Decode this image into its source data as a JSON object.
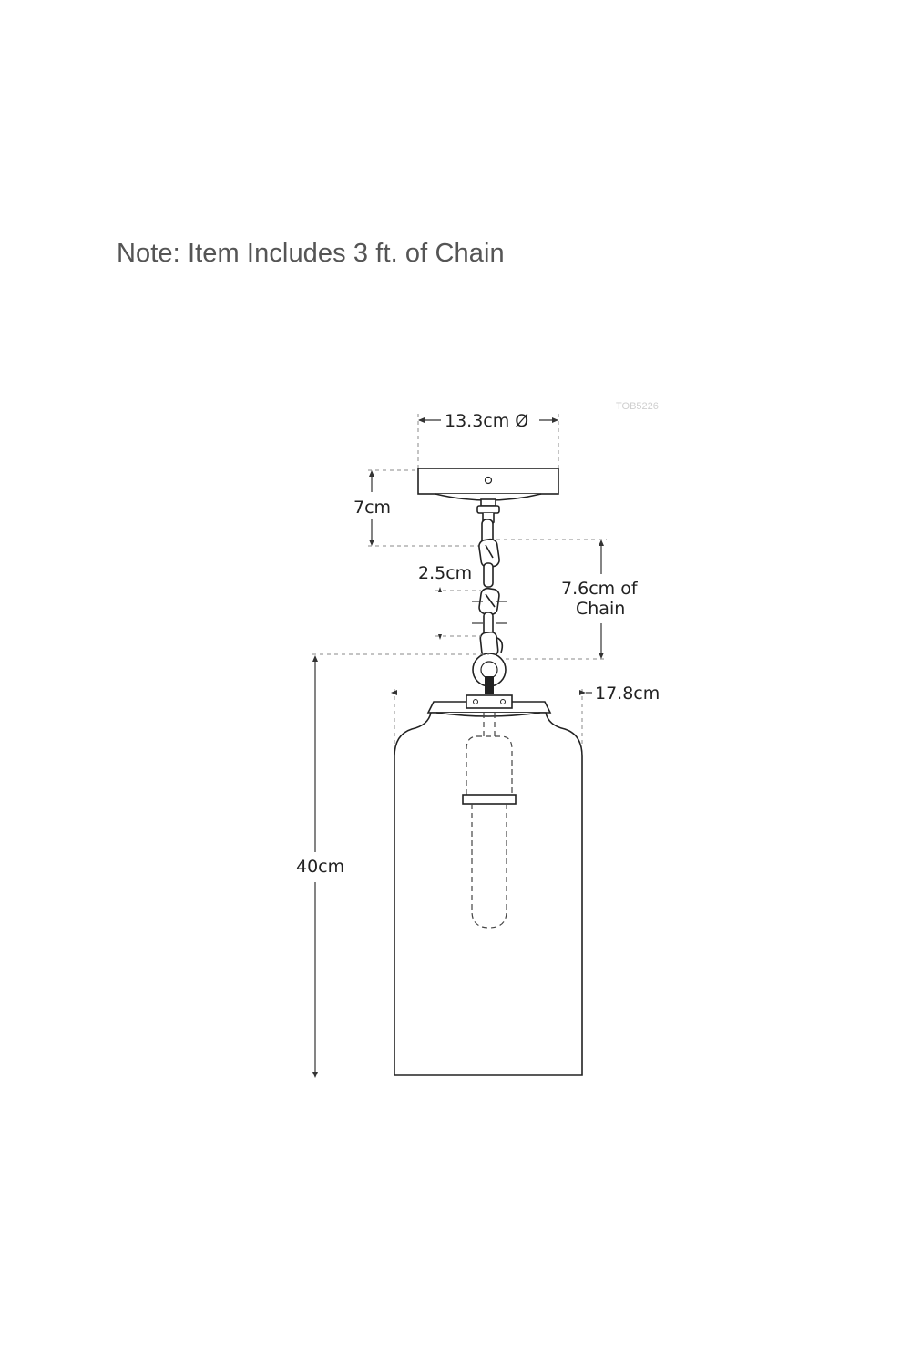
{
  "note": "Note: Item Includes 3 ft. of Chain",
  "product_code": "TOB5226",
  "dimensions": {
    "canopy_diameter": "13.3cm Ø",
    "canopy_height": "7cm",
    "link_length": "2.5cm",
    "chain_line1": "7.6cm of",
    "chain_line2": "Chain",
    "shade_width": "17.8cm",
    "shade_height": "40cm"
  }
}
